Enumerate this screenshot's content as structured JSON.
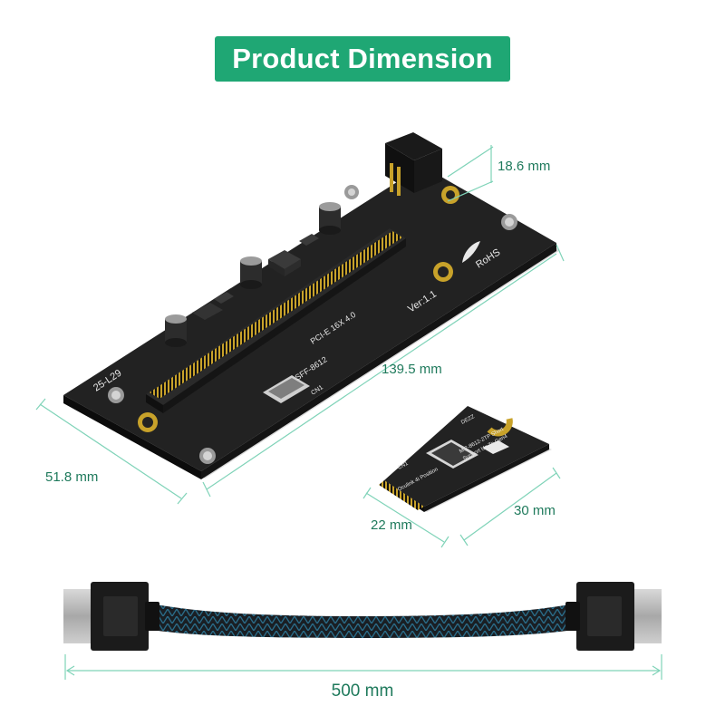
{
  "title": "Product Dimension",
  "dimensions": {
    "board_height": "18.6 mm",
    "board_length": "139.5 mm",
    "board_width": "51.8 mm",
    "m2_width": "22 mm",
    "m2_length": "30 mm",
    "cable_length": "500 mm"
  },
  "board_silk": {
    "model": "25-L29",
    "slot_label": "PCI-E 16X 4.0",
    "version": "Ver:1.1",
    "connector": "SFF-8612",
    "rohs": "RoHS",
    "cn1": "CN1"
  },
  "m2_silk": {
    "line1": "M.2-8612-2TP Short",
    "line2": "Support Up To Gen4",
    "line3": "Oculink 4i Position",
    "cn": "CN1",
    "code": "DEZZ"
  },
  "colors": {
    "accent": "#1fa774",
    "dimension_line": "#7fd3b8",
    "pcb": "#1e1e1e",
    "gold": "#c8a22a"
  }
}
